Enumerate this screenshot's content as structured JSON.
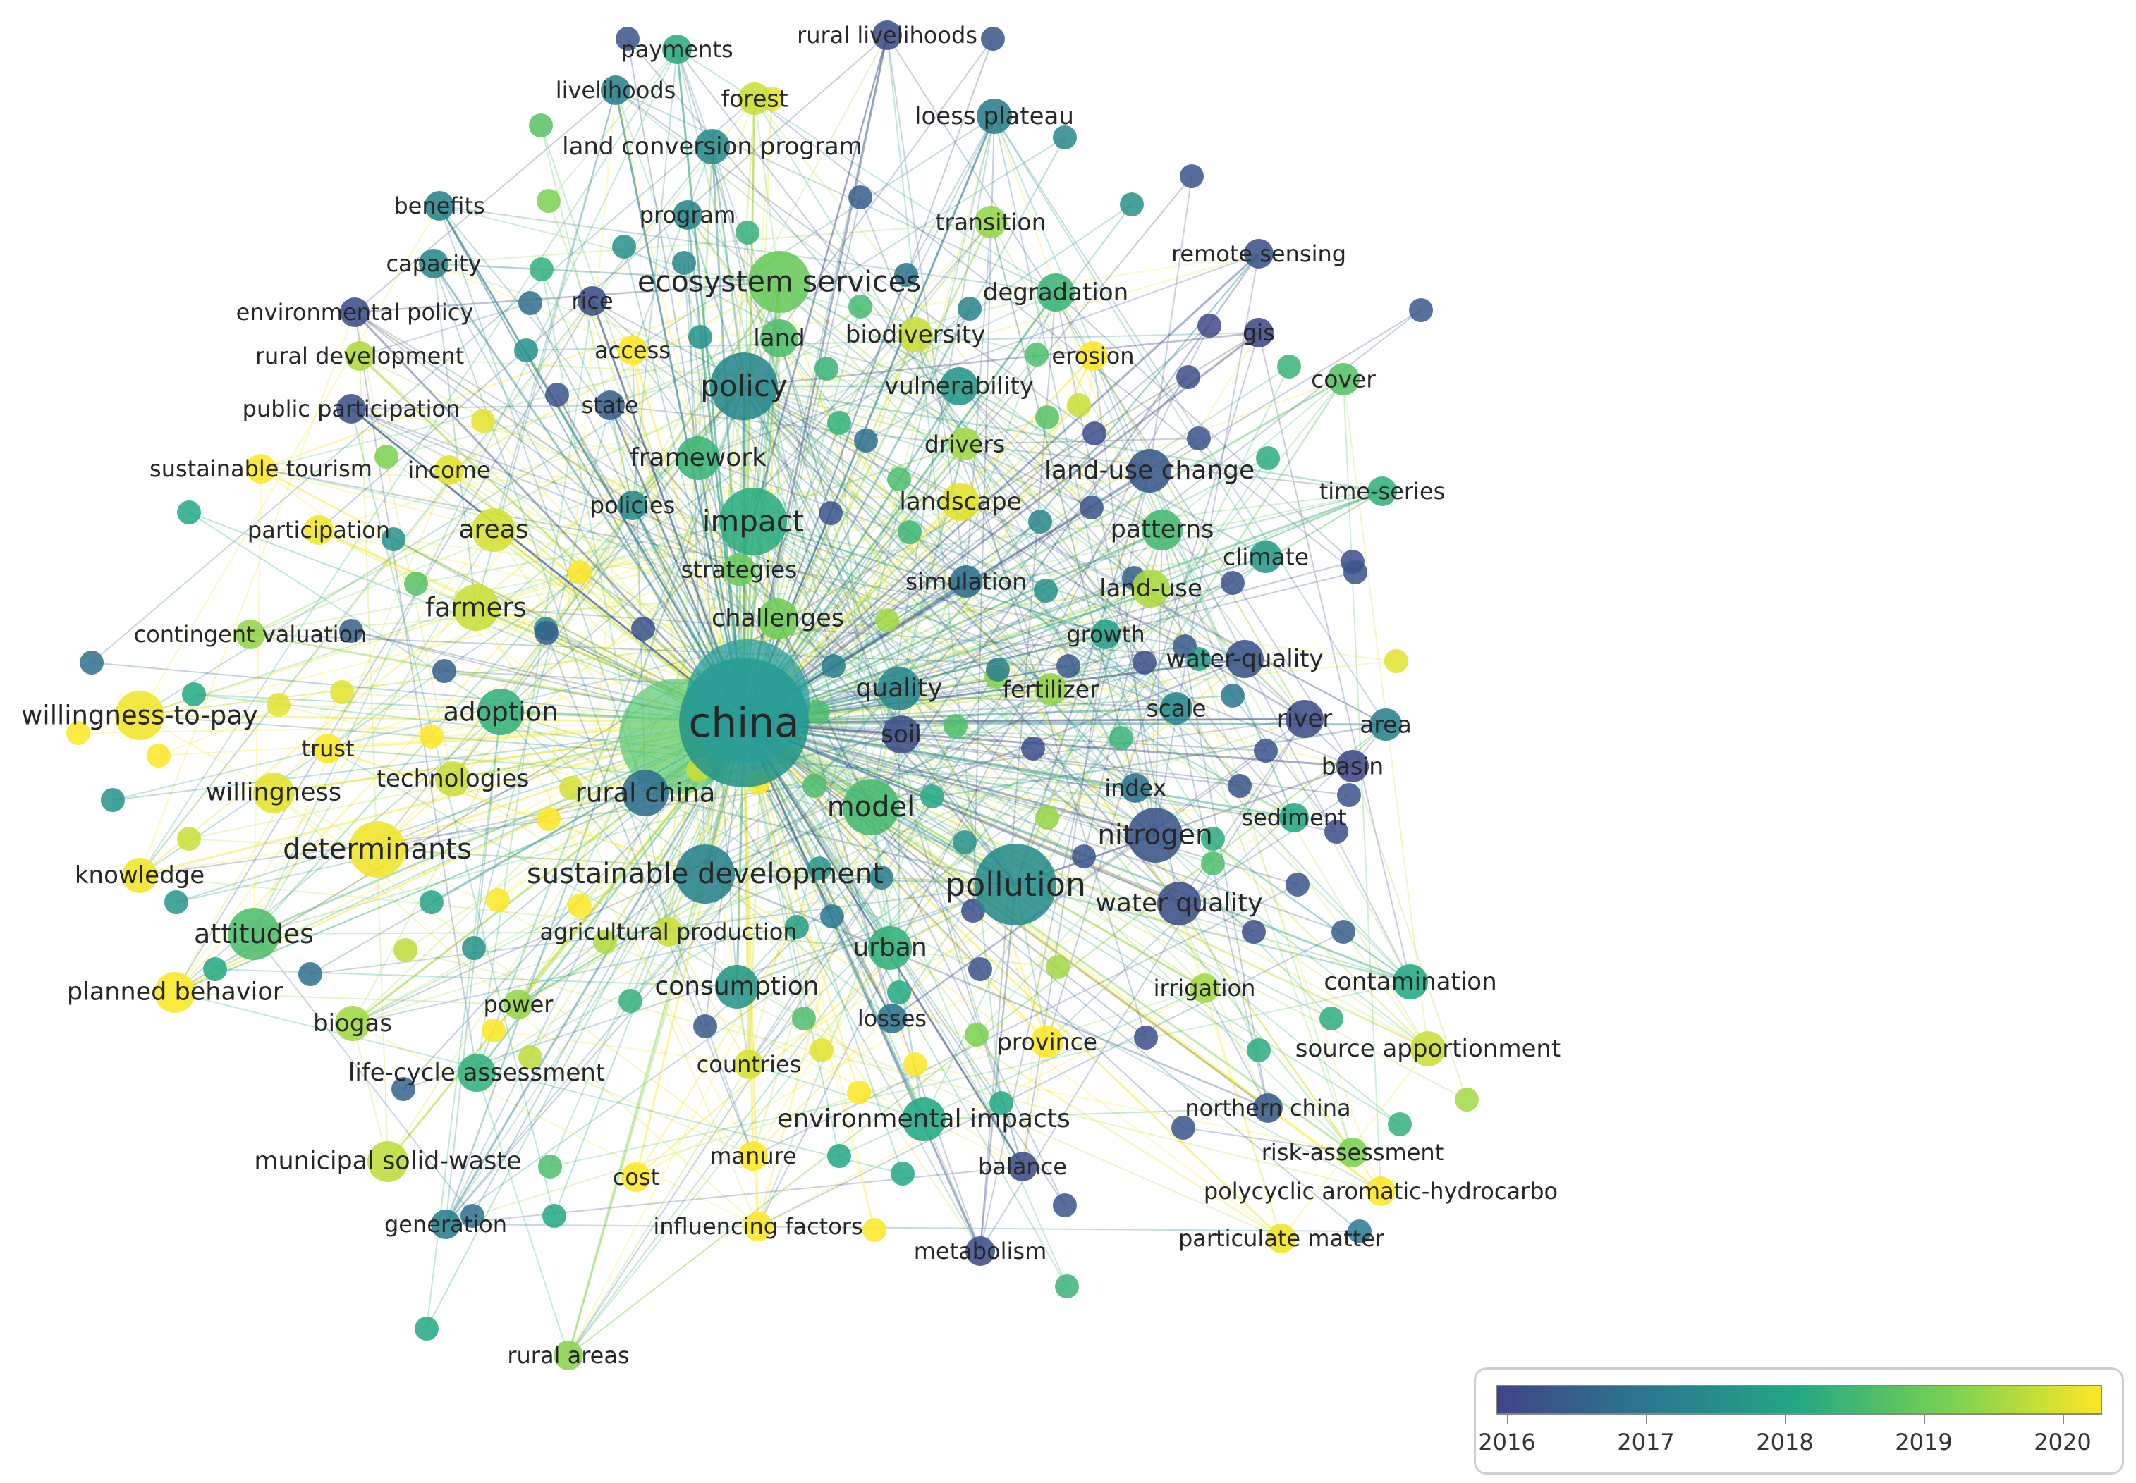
{
  "legend": {
    "ticks": [
      "2016",
      "2017",
      "2018",
      "2019",
      "2020"
    ],
    "gradient": [
      "#414487",
      "#2a788e",
      "#22a884",
      "#7ad151",
      "#fde725"
    ]
  },
  "palette": {
    "2016": "#6f67b8",
    "2017": "#3a8fa8",
    "2018": "#2fb58e",
    "2019": "#8ed65a",
    "2020": "#f3e52a"
  },
  "nodes": [
    {
      "id": "china",
      "label": "china",
      "year": 2017.6,
      "weight": 10
    },
    {
      "id": "pollution",
      "label": "pollution",
      "year": 2017.4,
      "weight": 5
    },
    {
      "id": "impact",
      "label": "impact",
      "year": 2018.1,
      "weight": 4
    },
    {
      "id": "policy",
      "label": "policy",
      "year": 2017.3,
      "weight": 4
    },
    {
      "id": "ecosystem-services",
      "label": "ecosystem services",
      "year": 2018.8,
      "weight": 3.6
    },
    {
      "id": "sustainable-development",
      "label": "sustainable development",
      "year": 2017.2,
      "weight": 3.4
    },
    {
      "id": "model",
      "label": "model",
      "year": 2018.4,
      "weight": 3.2
    },
    {
      "id": "determinants",
      "label": "determinants",
      "year": 2019.9,
      "weight": 3.2
    },
    {
      "id": "nitrogen",
      "label": "nitrogen",
      "year": 2016.3,
      "weight": 3
    },
    {
      "id": "attitudes",
      "label": "attitudes",
      "year": 2018.5,
      "weight": 2.8
    },
    {
      "id": "willingness-to-pay",
      "label": "willingness-to-pay",
      "year": 2019.9,
      "weight": 2.6
    },
    {
      "id": "rural-china",
      "label": "rural china",
      "year": 2016.8,
      "weight": 2.4
    },
    {
      "id": "adoption",
      "label": "adoption",
      "year": 2018.2,
      "weight": 2.4
    },
    {
      "id": "farmers",
      "label": "farmers",
      "year": 2019.6,
      "weight": 2.4
    },
    {
      "id": "areas",
      "label": "areas",
      "year": 2019.7,
      "weight": 2.2
    },
    {
      "id": "framework",
      "label": "framework",
      "year": 2018.3,
      "weight": 2.2
    },
    {
      "id": "quality",
      "label": "quality",
      "year": 2017.3,
      "weight": 2.2
    },
    {
      "id": "consumption",
      "label": "consumption",
      "year": 2017.6,
      "weight": 2.2
    },
    {
      "id": "urban",
      "label": "urban",
      "year": 2018.2,
      "weight": 2.2
    },
    {
      "id": "environmental-impacts",
      "label": "environmental impacts",
      "year": 2018,
      "weight": 2.2
    },
    {
      "id": "water-quality-2",
      "label": "water quality",
      "year": 2016.2,
      "weight": 2.2
    },
    {
      "id": "land-use-change",
      "label": "land-use change",
      "year": 2016.4,
      "weight": 2.2
    },
    {
      "id": "patterns",
      "label": "patterns",
      "year": 2018.4,
      "weight": 2
    },
    {
      "id": "challenges",
      "label": "challenges",
      "year": 2018.9,
      "weight": 2
    },
    {
      "id": "planned-behavior",
      "label": "planned behavior",
      "year": 2020,
      "weight": 2
    },
    {
      "id": "municipal-solid-waste",
      "label": "municipal solid-waste",
      "year": 2019.5,
      "weight": 2
    },
    {
      "id": "willingness",
      "label": "willingness",
      "year": 2019.8,
      "weight": 2
    },
    {
      "id": "land",
      "label": "land",
      "year": 2018.5,
      "weight": 1.8
    },
    {
      "id": "soil",
      "label": "soil",
      "year": 2016.2,
      "weight": 1.8
    },
    {
      "id": "landscape",
      "label": "landscape",
      "year": 2019.8,
      "weight": 1.8
    },
    {
      "id": "vulnerability",
      "label": "vulnerability",
      "year": 2017.6,
      "weight": 1.8
    },
    {
      "id": "degradation",
      "label": "degradation",
      "year": 2018.3,
      "weight": 1.8
    },
    {
      "id": "water-quality",
      "label": "water-quality",
      "year": 2016.3,
      "weight": 1.8
    },
    {
      "id": "land-use",
      "label": "land-use",
      "year": 2019.4,
      "weight": 1.8
    },
    {
      "id": "river",
      "label": "river",
      "year": 2016.2,
      "weight": 1.8
    },
    {
      "id": "life-cycle-assessment",
      "label": "life-cycle assessment",
      "year": 2018.2,
      "weight": 1.8
    },
    {
      "id": "biodiversity",
      "label": "biodiversity",
      "year": 2019.6,
      "weight": 1.6
    },
    {
      "id": "loess-plateau",
      "label": "loess plateau",
      "year": 2017.1,
      "weight": 1.6
    },
    {
      "id": "contamination",
      "label": "contamination",
      "year": 2018,
      "weight": 1.6
    },
    {
      "id": "source-apportionment",
      "label": "source apportionment",
      "year": 2019.6,
      "weight": 1.6
    },
    {
      "id": "knowledge",
      "label": "knowledge",
      "year": 2019.9,
      "weight": 1.6
    },
    {
      "id": "technologies",
      "label": "technologies",
      "year": 2019.6,
      "weight": 1.6
    },
    {
      "id": "land-conversion-program",
      "label": "land conversion program",
      "year": 2017.4,
      "weight": 1.6
    },
    {
      "id": "drivers",
      "label": "drivers",
      "year": 2019.3,
      "weight": 1.4
    },
    {
      "id": "strategies",
      "label": "strategies",
      "year": 2018.8,
      "weight": 1.4
    },
    {
      "id": "simulation",
      "label": "simulation",
      "year": 2016.8,
      "weight": 1.4
    },
    {
      "id": "climate",
      "label": "climate",
      "year": 2017.7,
      "weight": 1.4
    },
    {
      "id": "scale",
      "label": "scale",
      "year": 2017.3,
      "weight": 1.4
    },
    {
      "id": "fertilizer",
      "label": "fertilizer",
      "year": 2019.2,
      "weight": 1.4
    },
    {
      "id": "province",
      "label": "province",
      "year": 2020,
      "weight": 1.4
    },
    {
      "id": "basin",
      "label": "basin",
      "year": 2016.1,
      "weight": 1.4
    },
    {
      "id": "area",
      "label": "area",
      "year": 2017.2,
      "weight": 1.4
    },
    {
      "id": "cover",
      "label": "cover",
      "year": 2018.6,
      "weight": 1.4
    },
    {
      "id": "transition",
      "label": "transition",
      "year": 2019.2,
      "weight": 1.4
    },
    {
      "id": "forest",
      "label": "forest",
      "year": 2019.6,
      "weight": 1.4
    },
    {
      "id": "remote-sensing",
      "label": "remote sensing",
      "year": 2016.3,
      "weight": 1.2
    },
    {
      "id": "gis",
      "label": "gis",
      "year": 2016.1,
      "weight": 1.2
    },
    {
      "id": "growth",
      "label": "growth",
      "year": 2017.8,
      "weight": 1.2
    },
    {
      "id": "index",
      "label": "index",
      "year": 2016.9,
      "weight": 1.2
    },
    {
      "id": "sediment",
      "label": "sediment",
      "year": 2018,
      "weight": 1.2
    },
    {
      "id": "irrigation",
      "label": "irrigation",
      "year": 2019.3,
      "weight": 1.2
    },
    {
      "id": "risk-assessment",
      "label": "risk-assessment",
      "year": 2019,
      "weight": 1.2
    },
    {
      "id": "northern-china",
      "label": "northern china",
      "year": 2016.4,
      "weight": 1.2
    },
    {
      "id": "polycyclic",
      "label": "polycyclic aromatic-hydrocarbo",
      "year": 2020,
      "weight": 1.2
    },
    {
      "id": "particulate-matter",
      "label": "particulate matter",
      "year": 2019.9,
      "weight": 1.2
    },
    {
      "id": "balance",
      "label": "balance",
      "year": 2016.2,
      "weight": 1.2
    },
    {
      "id": "metabolism",
      "label": "metabolism",
      "year": 2016.2,
      "weight": 1.2
    },
    {
      "id": "influencing-factors",
      "label": "influencing factors",
      "year": 2020,
      "weight": 1.2
    },
    {
      "id": "manure",
      "label": "manure",
      "year": 2020,
      "weight": 1.2
    },
    {
      "id": "cost",
      "label": "cost",
      "year": 2020,
      "weight": 1.2
    },
    {
      "id": "generation",
      "label": "generation",
      "year": 2017.1,
      "weight": 1.2
    },
    {
      "id": "rural-areas",
      "label": "rural areas",
      "year": 2019.1,
      "weight": 1.2
    },
    {
      "id": "countries",
      "label": "countries",
      "year": 2019.7,
      "weight": 1.2
    },
    {
      "id": "losses",
      "label": "losses",
      "year": 2016.9,
      "weight": 1.2
    },
    {
      "id": "agricultural-production",
      "label": "agricultural production",
      "year": 2019.6,
      "weight": 1.2
    },
    {
      "id": "power",
      "label": "power",
      "year": 2019.2,
      "weight": 1.2
    },
    {
      "id": "biogas",
      "label": "biogas",
      "year": 2019.3,
      "weight": 1.6
    },
    {
      "id": "trust",
      "label": "trust",
      "year": 2020,
      "weight": 1.2
    },
    {
      "id": "contingent-valuation",
      "label": "contingent valuation",
      "year": 2019.2,
      "weight": 1.2
    },
    {
      "id": "participation",
      "label": "participation",
      "year": 2019.9,
      "weight": 1.2
    },
    {
      "id": "sustainable-tourism",
      "label": "sustainable tourism",
      "year": 2020,
      "weight": 1.2
    },
    {
      "id": "public-participation",
      "label": "public participation",
      "year": 2016.3,
      "weight": 1.2
    },
    {
      "id": "income",
      "label": "income",
      "year": 2019.8,
      "weight": 1.2
    },
    {
      "id": "policies",
      "label": "policies",
      "year": 2017.4,
      "weight": 1.2
    },
    {
      "id": "state",
      "label": "state",
      "year": 2016.5,
      "weight": 1.2
    },
    {
      "id": "access",
      "label": "access",
      "year": 2020,
      "weight": 1.2
    },
    {
      "id": "rural-development",
      "label": "rural development",
      "year": 2019.4,
      "weight": 1.2
    },
    {
      "id": "environmental-policy",
      "label": "environmental policy",
      "year": 2016.2,
      "weight": 1.2
    },
    {
      "id": "capacity",
      "label": "capacity",
      "year": 2017.3,
      "weight": 1.2
    },
    {
      "id": "benefits",
      "label": "benefits",
      "year": 2017.2,
      "weight": 1.2
    },
    {
      "id": "rice",
      "label": "rice",
      "year": 2016.2,
      "weight": 1.2
    },
    {
      "id": "program",
      "label": "program",
      "year": 2017.3,
      "weight": 1.2
    },
    {
      "id": "livelihoods",
      "label": "livelihoods",
      "year": 2017.2,
      "weight": 1.2
    },
    {
      "id": "payments",
      "label": "payments",
      "year": 2018.1,
      "weight": 1.2
    },
    {
      "id": "rural-livelihoods",
      "label": "rural livelihoods",
      "year": 2016.2,
      "weight": 1.2
    },
    {
      "id": "erosion",
      "label": "erosion",
      "year": 2020,
      "weight": 1.2
    },
    {
      "id": "time-series",
      "label": "time-series",
      "year": 2018.2,
      "weight": 1.2
    }
  ]
}
